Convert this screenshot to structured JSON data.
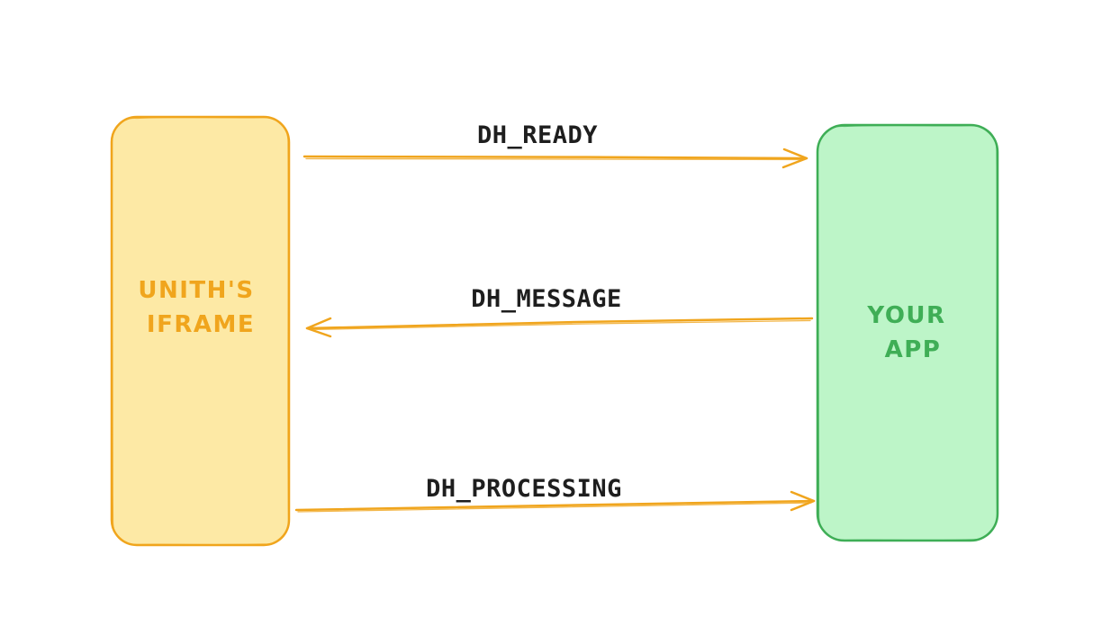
{
  "colors": {
    "background": "#ffffff",
    "iframe_fill": "#fde9a5",
    "iframe_stroke": "#f0a51d",
    "iframe_text": "#f0a51d",
    "app_fill": "#bdf5c8",
    "app_stroke": "#3fae56",
    "app_text": "#3fae56",
    "arrow": "#f0a51d",
    "label_text": "#1e1e1e"
  },
  "nodes": {
    "iframe": {
      "line1": "UNITH'S",
      "line2": "IFRAME"
    },
    "app": {
      "line1": "YOUR",
      "line2": "APP"
    }
  },
  "edges": {
    "ready": {
      "label": "DH_READY",
      "from": "iframe",
      "to": "app"
    },
    "message": {
      "label": "DH_MESSAGE",
      "from": "app",
      "to": "iframe"
    },
    "processing": {
      "label": "DH_PROCESSING",
      "from": "iframe",
      "to": "app"
    }
  }
}
